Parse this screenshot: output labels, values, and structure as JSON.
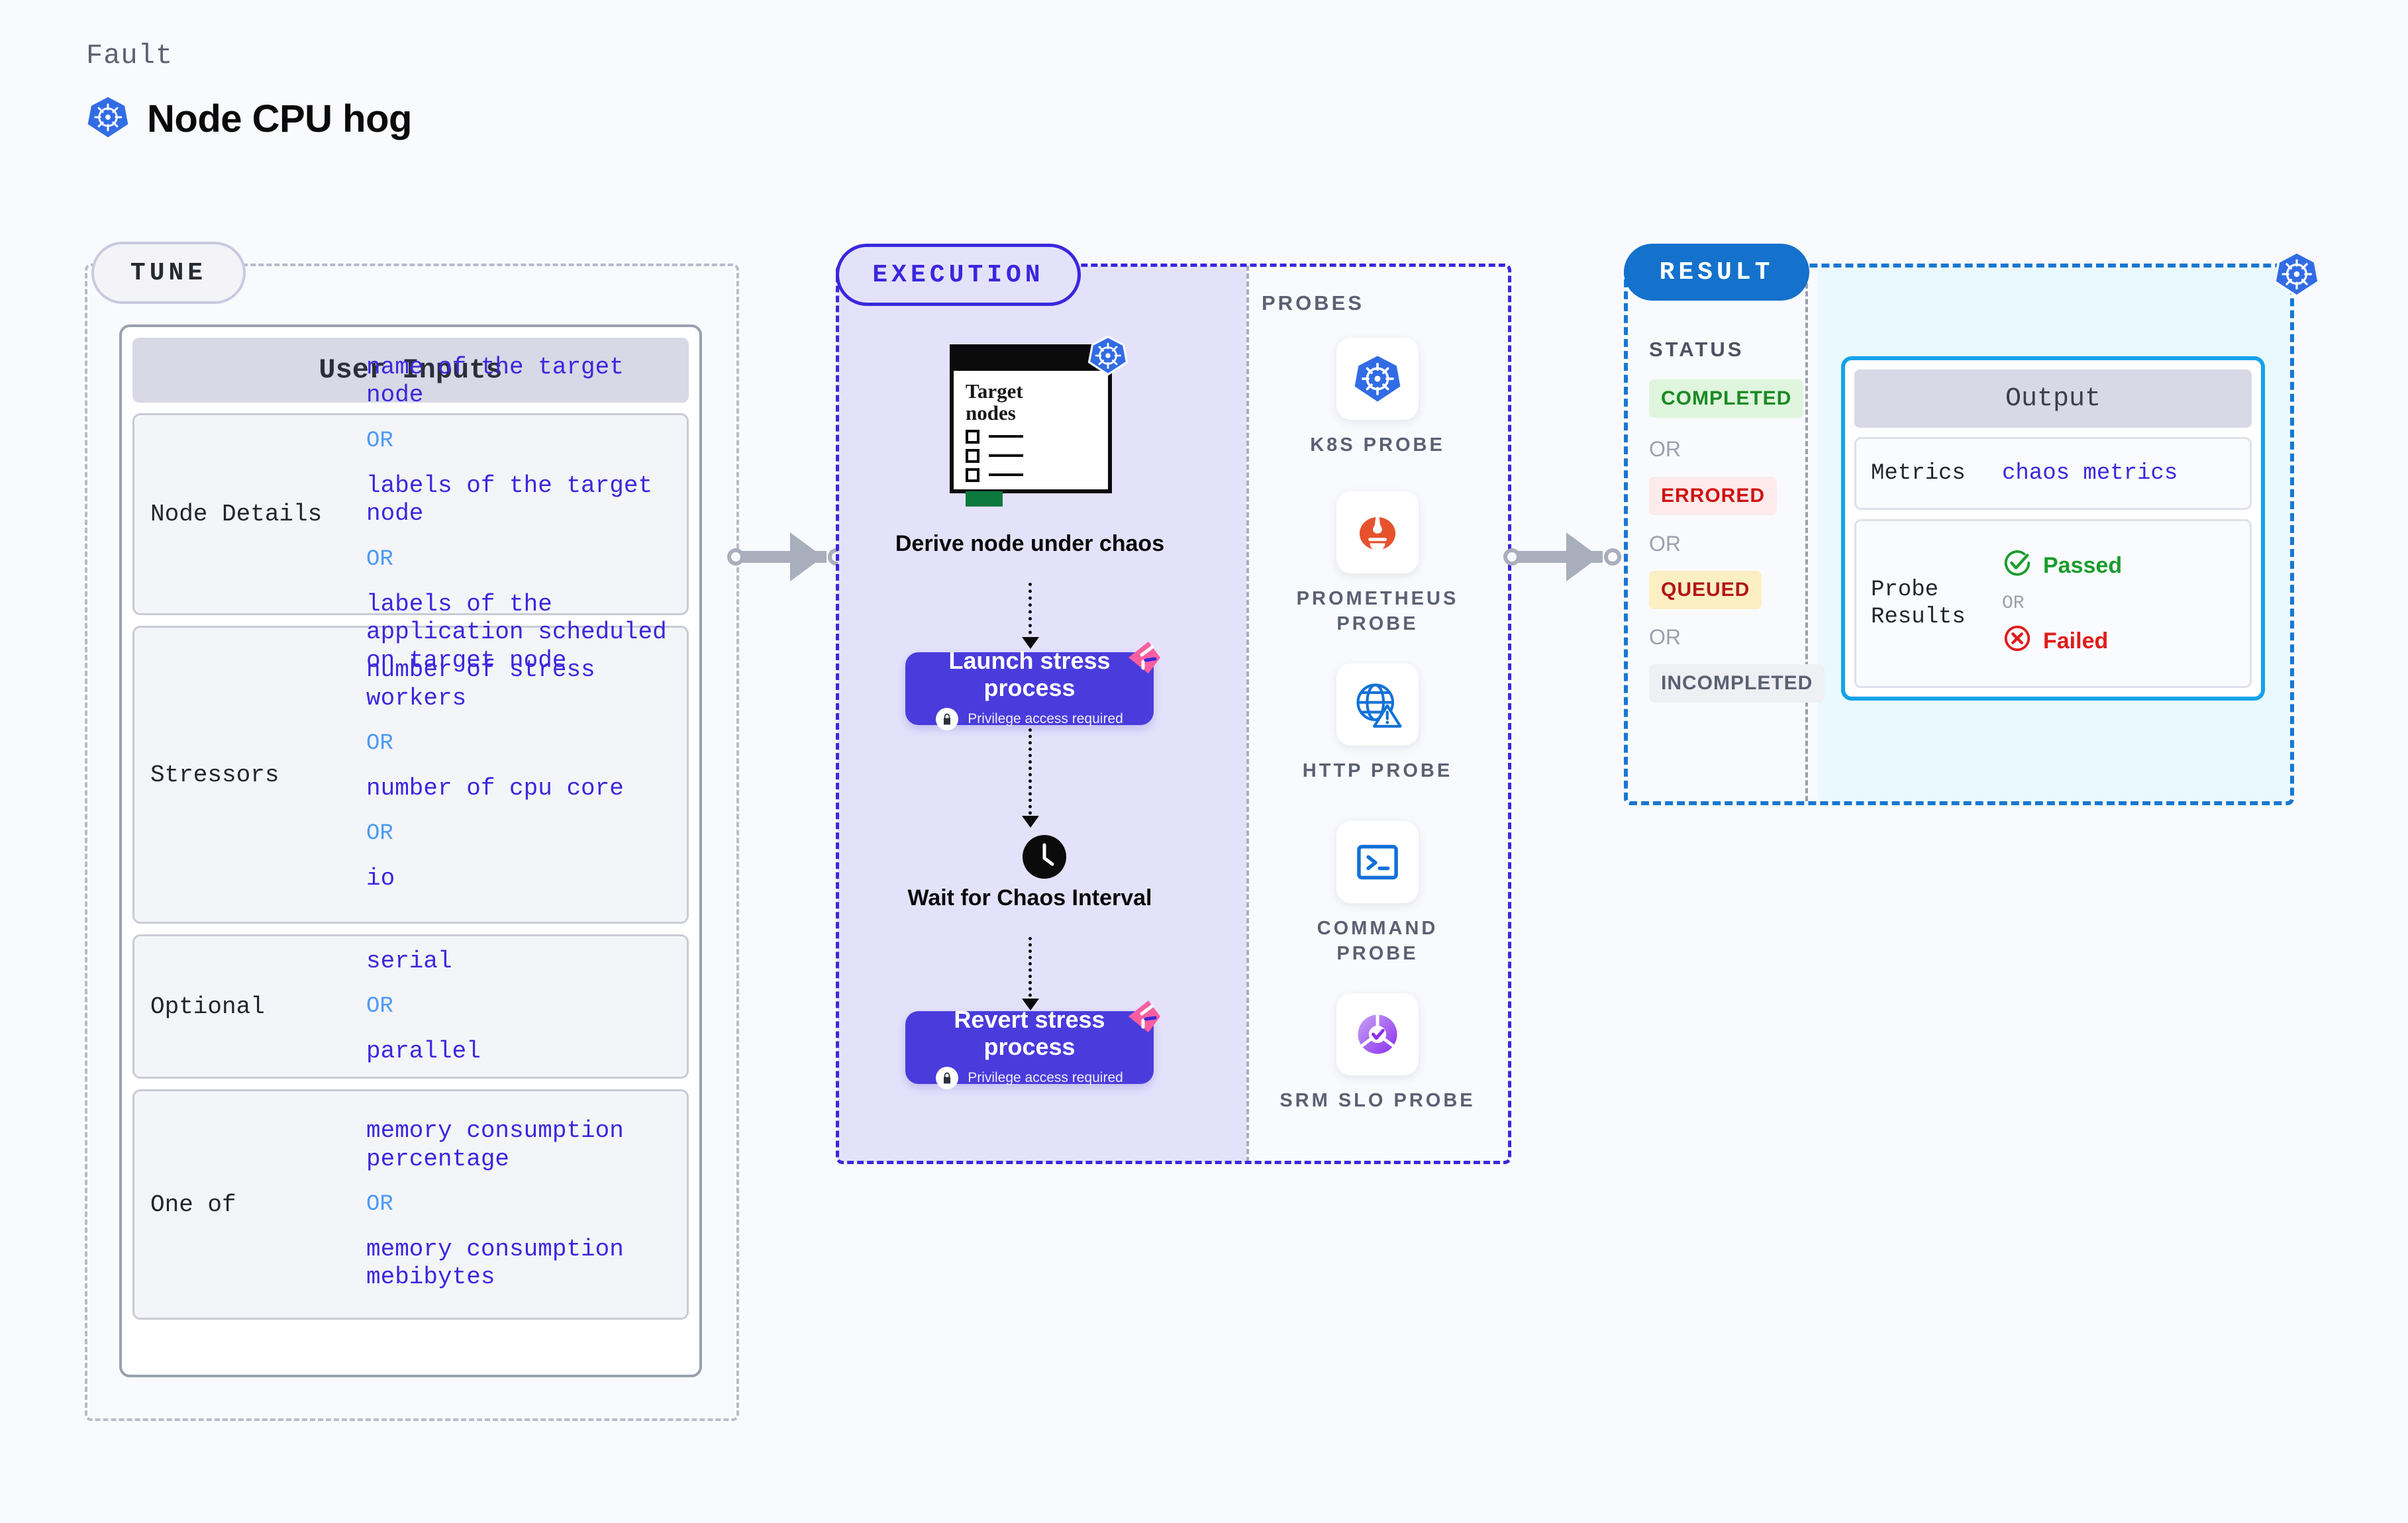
{
  "header": {
    "kind_label": "Fault",
    "title": "Node CPU hog",
    "icon": "kubernetes-icon"
  },
  "tune": {
    "pill_label": "TUNE",
    "card_title": "User Inputs",
    "rows": [
      {
        "label": "Node Details",
        "values": [
          "name of the target node",
          "labels of the target node",
          "labels of the application scheduled on target node"
        ],
        "separator": "OR"
      },
      {
        "label": "Stressors",
        "values": [
          "number of stress workers",
          "number of cpu core",
          "io"
        ],
        "separator": "OR"
      },
      {
        "label": "Optional",
        "values": [
          "serial",
          "parallel"
        ],
        "separator": "OR"
      },
      {
        "label": "One of",
        "values": [
          "memory consumption percentage",
          "memory consumption mebibytes"
        ],
        "separator": "OR"
      }
    ]
  },
  "execution": {
    "pill_label": "EXECUTION",
    "target_card": {
      "title_line1": "Target",
      "title_line2": "nodes",
      "icon": "kubernetes-icon"
    },
    "step1_label": "Derive node under chaos",
    "step2": {
      "title": "Launch stress process",
      "privilege_note": "Privilege access required",
      "icon": "lock-icon",
      "badge": "chaos-ribbon-icon"
    },
    "step3": {
      "label": "Wait for Chaos Interval",
      "icon": "clock-icon"
    },
    "step4": {
      "title": "Revert stress process",
      "privilege_note": "Privilege access required",
      "icon": "lock-icon",
      "badge": "chaos-ribbon-icon"
    }
  },
  "probes": {
    "title": "PROBES",
    "items": [
      {
        "label": "K8S PROBE",
        "icon": "kubernetes-icon"
      },
      {
        "label": "PROMETHEUS PROBE",
        "icon": "prometheus-icon"
      },
      {
        "label": "HTTP PROBE",
        "icon": "globe-warning-icon"
      },
      {
        "label": "COMMAND PROBE",
        "icon": "terminal-icon"
      },
      {
        "label": "SRM SLO PROBE",
        "icon": "slo-donut-icon"
      }
    ]
  },
  "result": {
    "pill_label": "RESULT",
    "status_title": "STATUS",
    "separator": "OR",
    "statuses": [
      {
        "label": "COMPLETED",
        "color": "#1a8a24",
        "bg": "#dff5dd"
      },
      {
        "label": "ERRORED",
        "color": "#cf1111",
        "bg": "#fdeaea"
      },
      {
        "label": "QUEUED",
        "color": "#b31616",
        "bg": "#fcefc4"
      },
      {
        "label": "INCOMPLETED",
        "color": "#5b6172",
        "bg": "#eef0f4"
      }
    ],
    "badge_icon": "kubernetes-icon",
    "output": {
      "title": "Output",
      "metrics_label": "Metrics",
      "metrics_value": "chaos metrics",
      "probe_results_label": "Probe Results",
      "probe_pass": "Passed",
      "probe_fail": "Failed",
      "probe_separator": "OR",
      "pass_icon": "check-circle-icon",
      "fail_icon": "x-circle-icon"
    }
  },
  "colors": {
    "background": "#f9fafd",
    "indigo": "#3b27dd",
    "purple_box": "#4a3cdc",
    "k8s_blue": "#326ce5",
    "result_blue": "#1472cc",
    "cyan_border": "#13a3e8",
    "pink_ribbon": "#fb5ea0"
  }
}
